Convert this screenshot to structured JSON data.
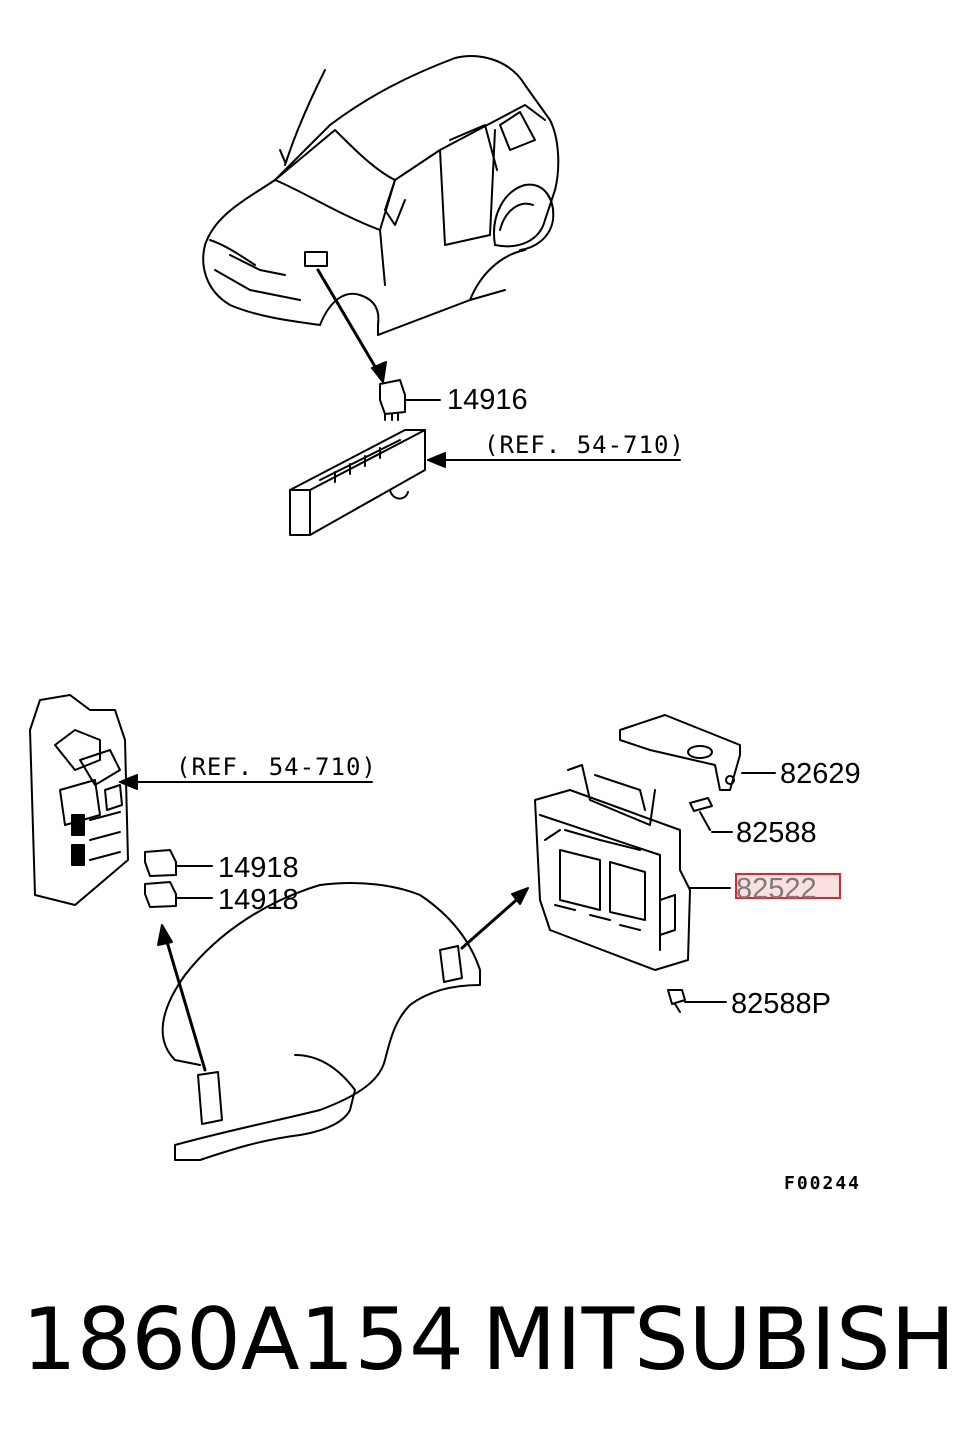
{
  "callouts": {
    "relay_top": "14916",
    "ref_top": "(REF. 54-710)",
    "ref_left": "(REF. 54-710)",
    "relay_1": "14918",
    "relay_2": "14918",
    "bracket": "82629",
    "bolt": "82588",
    "ecu": "82522",
    "bolt_p": "82588P"
  },
  "figure_code": "F00244",
  "footer": {
    "part_number": "1860A154",
    "brand": "MITSUBISHI"
  },
  "colors": {
    "highlight_border": "#e0242c",
    "highlight_fill": "#fbe0e0",
    "line": "#000000"
  }
}
